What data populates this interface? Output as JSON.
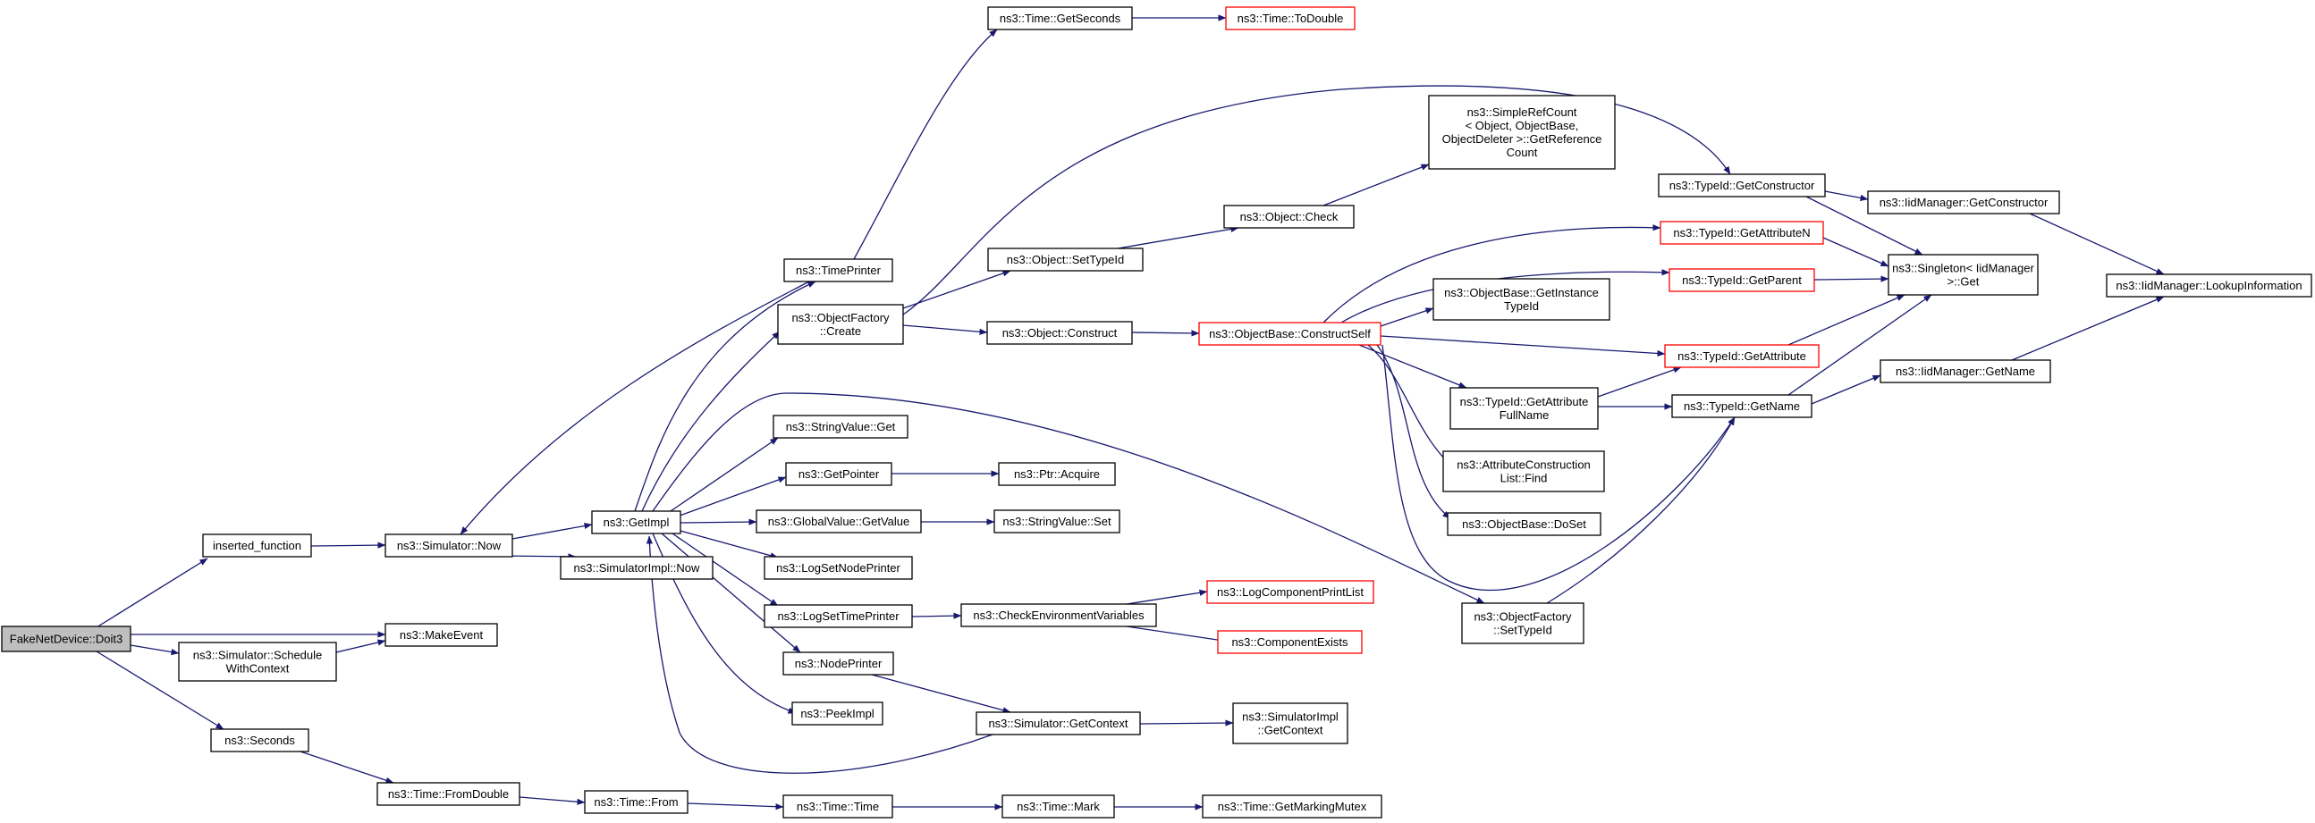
{
  "colors": {
    "edge": "#191970",
    "box_border": "#000000",
    "box_fill": "#ffffff",
    "truncated_border": "#ff0000",
    "root_fill": "#bfbfbf"
  },
  "nodes": {
    "doit3": {
      "lines": [
        "FakeNetDevice::Doit3"
      ],
      "root": true
    },
    "inserted": {
      "lines": [
        "inserted_function"
      ]
    },
    "schedctx": {
      "lines": [
        "ns3::Simulator::Schedule",
        "WithContext"
      ]
    },
    "seconds": {
      "lines": [
        "ns3::Seconds"
      ]
    },
    "makeevent": {
      "lines": [
        "ns3::MakeEvent"
      ]
    },
    "simnow": {
      "lines": [
        "ns3::Simulator::Now"
      ]
    },
    "fromdouble": {
      "lines": [
        "ns3::Time::FromDouble"
      ]
    },
    "getimpl": {
      "lines": [
        "ns3::GetImpl"
      ]
    },
    "simimplnow": {
      "lines": [
        "ns3::SimulatorImpl::Now"
      ]
    },
    "timefrom": {
      "lines": [
        "ns3::Time::From"
      ]
    },
    "timeprinter": {
      "lines": [
        "ns3::TimePrinter"
      ]
    },
    "ofcreate": {
      "lines": [
        "ns3::ObjectFactory",
        "::Create"
      ]
    },
    "strvalget": {
      "lines": [
        "ns3::StringValue::Get"
      ]
    },
    "getpointer": {
      "lines": [
        "ns3::GetPointer"
      ]
    },
    "gvgetvalue": {
      "lines": [
        "ns3::GlobalValue::GetValue"
      ]
    },
    "logsetnode": {
      "lines": [
        "ns3::LogSetNodePrinter"
      ]
    },
    "logsettime": {
      "lines": [
        "ns3::LogSetTimePrinter"
      ]
    },
    "nodeprinter": {
      "lines": [
        "ns3::NodePrinter"
      ]
    },
    "peekimpl": {
      "lines": [
        "ns3::PeekImpl"
      ]
    },
    "timetime": {
      "lines": [
        "ns3::Time::Time"
      ]
    },
    "getseconds": {
      "lines": [
        "ns3::Time::GetSeconds"
      ]
    },
    "setTypeId": {
      "lines": [
        "ns3::Object::SetTypeId"
      ]
    },
    "objconstruct": {
      "lines": [
        "ns3::Object::Construct"
      ]
    },
    "ptracquire": {
      "lines": [
        "ns3::Ptr::Acquire"
      ]
    },
    "strvalset": {
      "lines": [
        "ns3::StringValue::Set"
      ]
    },
    "checkenv": {
      "lines": [
        "ns3::CheckEnvironmentVariables"
      ]
    },
    "simgetctx": {
      "lines": [
        "ns3::Simulator::GetContext"
      ]
    },
    "timemark": {
      "lines": [
        "ns3::Time::Mark"
      ]
    },
    "todouble": {
      "lines": [
        "ns3::Time::ToDouble"
      ],
      "truncated": true
    },
    "objcheck": {
      "lines": [
        "ns3::Object::Check"
      ]
    },
    "constructself": {
      "lines": [
        "ns3::ObjectBase::ConstructSelf"
      ],
      "truncated": true
    },
    "logcompprint": {
      "lines": [
        "ns3::LogComponentPrintList"
      ],
      "truncated": true
    },
    "compexists": {
      "lines": [
        "ns3::ComponentExists"
      ],
      "truncated": true
    },
    "simimplgetctx": {
      "lines": [
        "ns3::SimulatorImpl",
        "::GetContext"
      ]
    },
    "getmarkingmutex": {
      "lines": [
        "ns3::Time::GetMarkingMutex"
      ]
    },
    "simplerefcount": {
      "lines": [
        "ns3::SimpleRefCount",
        "< Object, ObjectBase,",
        "ObjectDeleter >::GetReference",
        "Count"
      ]
    },
    "getinstancetypeid": {
      "lines": [
        "ns3::ObjectBase::GetInstance",
        "TypeId"
      ]
    },
    "getattrfullname": {
      "lines": [
        "ns3::TypeId::GetAttribute",
        "FullName"
      ]
    },
    "attrconstrfind": {
      "lines": [
        "ns3::AttributeConstruction",
        "List::Find"
      ]
    },
    "doset": {
      "lines": [
        "ns3::ObjectBase::DoSet"
      ]
    },
    "ofsettypeid": {
      "lines": [
        "ns3::ObjectFactory",
        "::SetTypeId"
      ]
    },
    "getconstructor": {
      "lines": [
        "ns3::TypeId::GetConstructor"
      ]
    },
    "getattributen": {
      "lines": [
        "ns3::TypeId::GetAttributeN"
      ],
      "truncated": true
    },
    "getparent": {
      "lines": [
        "ns3::TypeId::GetParent"
      ],
      "truncated": true
    },
    "getattribute": {
      "lines": [
        "ns3::TypeId::GetAttribute"
      ],
      "truncated": true
    },
    "typeidgetname": {
      "lines": [
        "ns3::TypeId::GetName"
      ]
    },
    "iidgetconstructor": {
      "lines": [
        "ns3::IidManager::GetConstructor"
      ]
    },
    "singletonget": {
      "lines": [
        "ns3::Singleton< IidManager",
        ">::Get"
      ]
    },
    "iidgetname": {
      "lines": [
        "ns3::IidManager::GetName"
      ]
    },
    "lookupinfo": {
      "lines": [
        "ns3::IidManager::LookupInformation"
      ]
    }
  }
}
